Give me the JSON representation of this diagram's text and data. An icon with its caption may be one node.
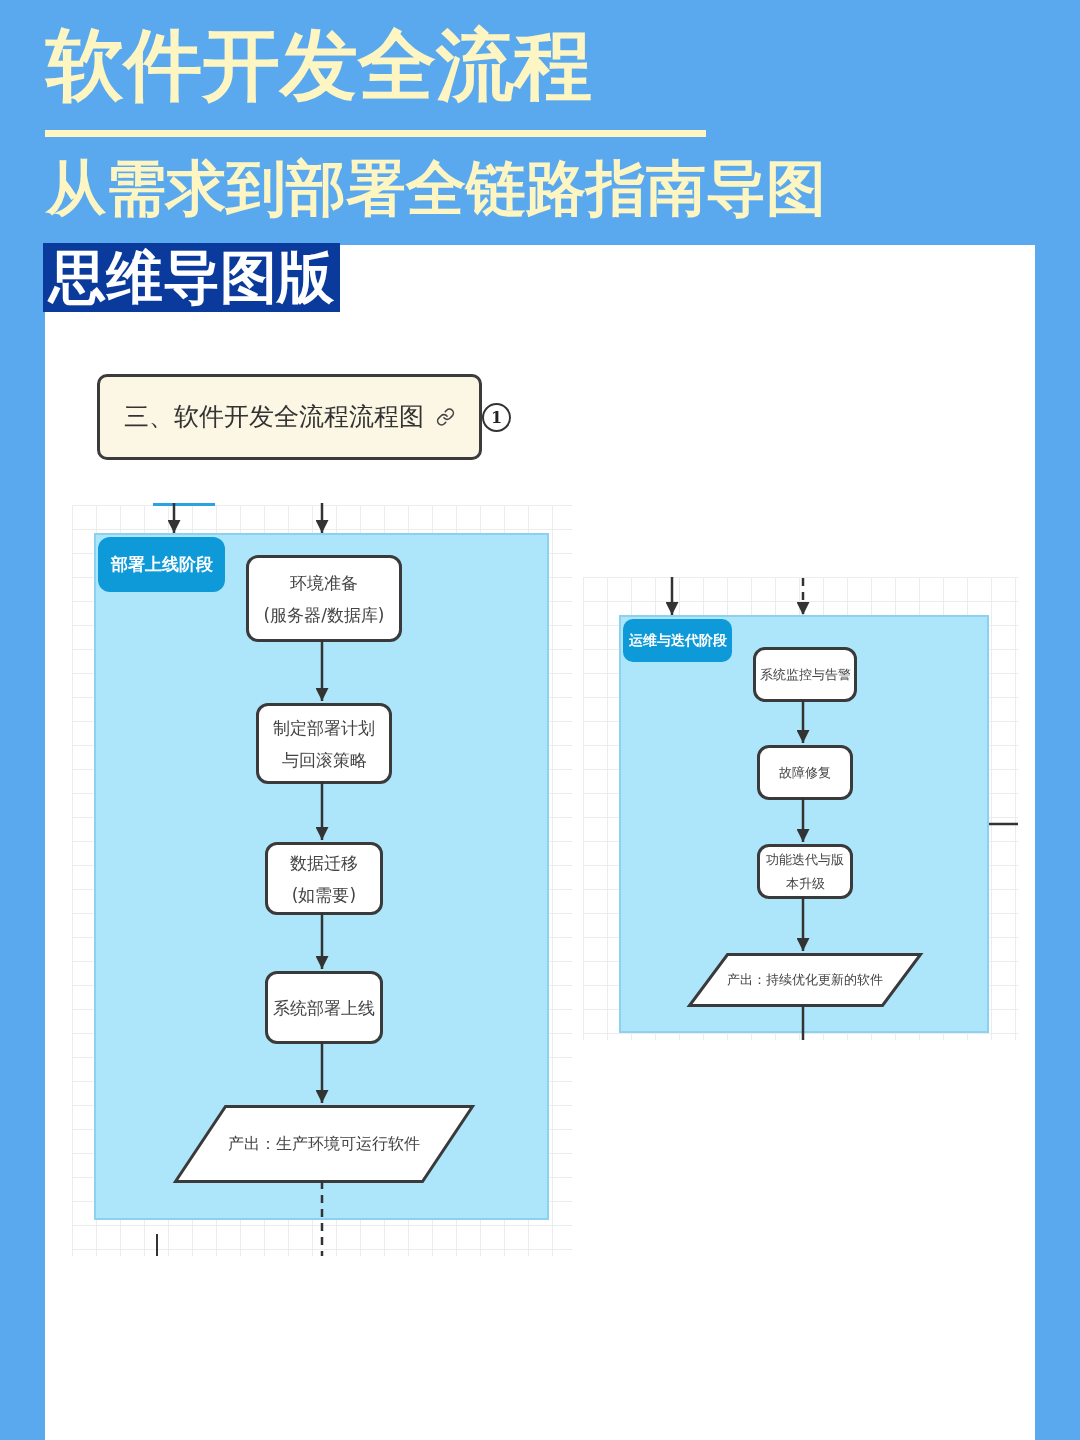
{
  "diagram": {
    "title": "软件开发全流程",
    "nodes": [
      {
        "text": [
          "三、软件开发全流程流程图"
        ],
        "beside": [
          "1"
        ]
      },
      {
        "text": [
          "部署上线阶段"
        ]
      },
      {
        "text": [
          "环境准备(服务器/数据库)"
        ],
        "in": 1
      },
      {
        "text": [
          "制定部署计划与回滚策略"
        ],
        "in": 1
      },
      {
        "text": [
          "数据迁移(如需要)"
        ],
        "in": 1
      },
      {
        "text": [
          "系统部署上线"
        ],
        "in": 1
      },
      {
        "text": [
          "产出：生产环境可运行软件"
        ],
        "in": 1
      },
      {
        "text": [
          "运维与迭代阶段"
        ]
      },
      {
        "text": [
          "系统监控与告警"
        ],
        "in": 7
      },
      {
        "text": [
          "故障修复"
        ],
        "in": 7
      },
      {
        "text": [
          "功能迭代与版本升级"
        ],
        "in": 7
      },
      {
        "text": [
          "产出：持续优化更新的软件"
        ],
        "in": 7
      }
    ],
    "edges": [
      {
        "from": null,
        "to": 1,
        "arrow": "to"
      },
      {
        "from": null,
        "to": 1,
        "arrow": "to"
      },
      {
        "from": 2,
        "to": 3,
        "arrow": "to"
      },
      {
        "from": 3,
        "to": 4,
        "arrow": "to"
      },
      {
        "from": 4,
        "to": 5,
        "arrow": "to"
      },
      {
        "from": 5,
        "to": 6,
        "arrow": "to"
      },
      {
        "from": 6,
        "to": null,
        "arrow": "none",
        "style": "dashed"
      },
      {
        "from": null,
        "to": 7,
        "arrow": "to"
      },
      {
        "from": null,
        "to": 7,
        "arrow": "to",
        "style": "dashed"
      },
      {
        "from": 8,
        "to": 9,
        "arrow": "to"
      },
      {
        "from": 9,
        "to": 10,
        "arrow": "to"
      },
      {
        "from": 10,
        "to": 11,
        "arrow": "to"
      },
      {
        "from": 11,
        "to": null,
        "arrow": "none"
      },
      {
        "from": 7,
        "to": null,
        "arrow": "none"
      }
    ],
    "labels": [
      "从需求到部署全链路指南导图",
      "思维导图版"
    ]
  }
}
